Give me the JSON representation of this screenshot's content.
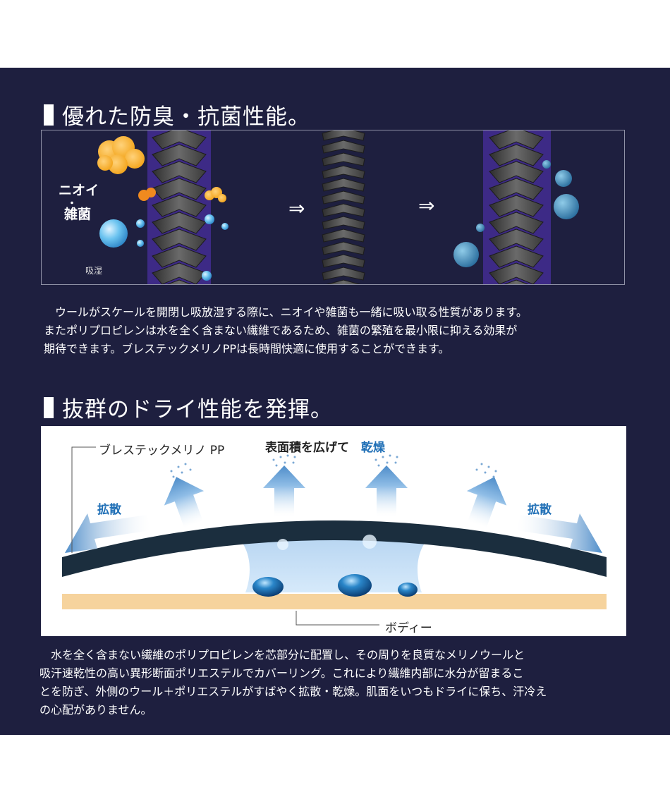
{
  "section1": {
    "heading": "優れた防臭・抗菌性能。",
    "labels": {
      "odor": "ニオイ",
      "dot": "・",
      "bacteria": "雑菌",
      "absorb": "吸湿"
    },
    "arrow": "⇒",
    "paragraph": {
      "lines": [
        "　ウールがスケールを開閉し吸放湿する際に、ニオイや雑菌も一緒に吸い取る性質があります。",
        "またポリプロピレンは水を全く含まない繊維であるため、雑菌の繁殖を最小限に抑える効果が",
        "期待できます。ブレステックメリノPPは長時間快適に使用することができます。"
      ]
    }
  },
  "section2": {
    "heading": "抜群のドライ性能を発揮。",
    "diagram": {
      "fabric_label": "ブレステックメリノ PP",
      "surface_label": "表面積を広げて",
      "dry_label": "乾燥",
      "diffuse_left": "拡散",
      "diffuse_right": "拡散",
      "body_label": "ボディー"
    },
    "paragraph": {
      "lines": [
        "　水を全く含まない繊維のポリプロピレンを芯部分に配置し、その周りを良質なメリノウールと",
        "吸汗速乾性の高い異形断面ポリエステルでカバーリング。これにより繊維内部に水分が留まるこ",
        "とを防ぎ、外側のウール＋ポリエステルがすばやく拡散・乾燥。肌面をいつもドライに保ち、汗冷え",
        "の心配がありません。"
      ]
    }
  },
  "colors": {
    "panel": "#1e1f3f",
    "fiber_purple": "#3d2a86",
    "scale_gray": "#4b4b4b",
    "cloud_orange": "#f5a623",
    "arrow_blue": "#6fa3d6",
    "accent_text_blue": "#1f6fb6",
    "body_skin": "#f6d39d",
    "fabric_dark": "#1b2e3e"
  }
}
